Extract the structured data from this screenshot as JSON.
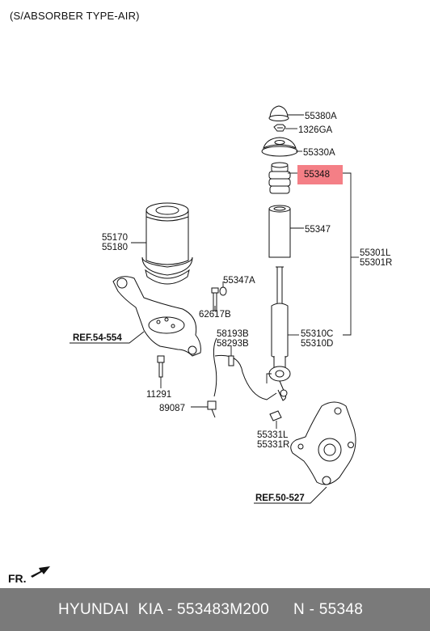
{
  "header": {
    "title": "(S/ABSORBER TYPE-AIR)"
  },
  "parts": {
    "p55380A": "55380A",
    "p1326GA": "1326GA",
    "p55330A": "55330A",
    "p55348": "55348",
    "p55347": "55347",
    "p55301L": "55301L",
    "p55301R": "55301R",
    "p55170": "55170",
    "p55180": "55180",
    "p55347A": "55347A",
    "p62617B": "62617B",
    "p55310C": "55310C",
    "p55310D": "55310D",
    "p58193B": "58193B",
    "p58293B": "58293B",
    "p11291": "11291",
    "p89087": "89087",
    "p55331L": "55331L",
    "p55331R": "55331R"
  },
  "refs": {
    "ref54": "REF.54-554",
    "ref50": "REF.50-527"
  },
  "direction": {
    "label": "FR."
  },
  "highlight": {
    "color": "#f47f86"
  },
  "footer": {
    "brand": "HYUNDAI  KIA - 553483M200",
    "ref": "N - 55348"
  }
}
